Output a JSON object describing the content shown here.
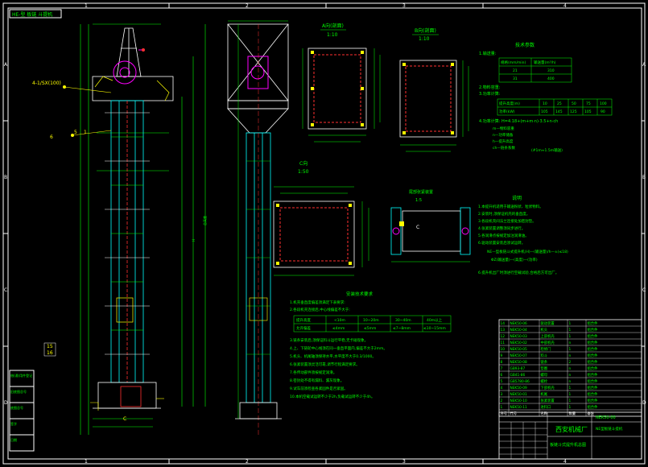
{
  "app": {
    "title_strip": "HE-型 板链 斗提机"
  },
  "colors": {
    "background": "#000000",
    "frame": "#ffffff",
    "structure": "#00ffff",
    "dimension": "#00ff00",
    "annotation": "#ffff00",
    "highlight": "#ff00ff",
    "accent_red": "#ff3030"
  },
  "border": {
    "top_zones": [
      "1",
      "2",
      "3",
      "4"
    ],
    "left_zones": [
      "A",
      "B",
      "C",
      "D"
    ]
  },
  "main_view": {
    "callout_1": "4-1/SX(100)",
    "callout_2": "6",
    "callout_3": "5",
    "callout_4": "1",
    "bottom_tag": "C",
    "height_label": "H",
    "total_label": "总高度",
    "side_tags": [
      "15",
      "16"
    ]
  },
  "views": {
    "view_a": {
      "title": "A向(剖面)",
      "scale": "1:10"
    },
    "view_b": {
      "title": "B向(剖面)",
      "scale": "1:10"
    },
    "view_c": {
      "title": "C向",
      "scale": "1:50"
    },
    "detail": {
      "title": "尾部张紧装置",
      "scale": "1:5",
      "tag": "C"
    }
  },
  "tech_params": {
    "heading": "技术参数",
    "item1": "1.输送量:",
    "table1_head": [
      "规格(mm/min)",
      "输送量(m³/h)"
    ],
    "table1_rows": [
      [
        "21",
        "310"
      ],
      [
        "31",
        "400"
      ]
    ],
    "item2": "2.物料容重:",
    "item3": "3.功率计算:",
    "table2_row1": [
      "提升高度(m)",
      "10",
      "25",
      "50",
      "75",
      "100"
    ],
    "table2_row2": [
      "功率(kW)",
      "105",
      "145",
      "125",
      "105",
      "90"
    ],
    "formula": "4.功率计算: H=4.18+(m+m·n)·3.5+n·ch",
    "notes": [
      "m—物料容重",
      "n—功率储备",
      "h—提升高度",
      "ch—链条系数"
    ],
    "footnote": "(#1m≈1.5m输送)"
  },
  "remarks": {
    "heading": "说明",
    "lines": [
      "1.本提升机适用于输送粉状、粒状物料。",
      "2.安装时,须保证机壳的垂直度。",
      "3.各段机壳间法兰连接处加密封垫。",
      "4.张紧装置调整须同步进行。",
      "5.各润滑点按规定加注润滑油。",
      "6.驱动装置安装后须试运转。"
    ],
    "model_line": "NE—型板链斗式提升机(H)—(输送量)/h—±(≤18)",
    "model_line2": "ΦZ(输送量)—(高度)—(功率)",
    "model_line3": "6.提升机出厂时须进行空载试验,合格后方可出厂。"
  },
  "install": {
    "heading": "安装技术要求",
    "line1": "1.机壳垂直度偏差须满足下表要求:",
    "line2": "2.各段机壳连接后,中心线偏差不大于:",
    "table_head": [
      "提升高度",
      "<10m",
      "10~20m",
      "30~40m",
      "40m以上"
    ],
    "table_row": [
      "允许偏差",
      "≤4mm",
      "≤5mm",
      "≤7~8mm",
      "≤10~15mm"
    ],
    "lines": [
      "3.链条安装后,须保证料斗运行平稳,无卡碰现象。",
      "4.上、下链轮中心线须在同一垂直平面内,偏差不大于2mm。",
      "5.机头、机尾轴须保持水平,水平度不大于0.3/1000。",
      "6.张紧装置须灵活可靠,调节行程满足要求。",
      "7.各传动部件须按规定润滑。",
      "8.密封处不得有漏料、漏灰现象。",
      "9.试车前须检查各紧固件是否紧固。",
      "10.本机空载试运转不少于2h,负载试运转不少于4h。"
    ]
  },
  "bom": {
    "rows": [
      [
        "14",
        "NEK50-06",
        "驱动装置",
        "1",
        "组合件"
      ],
      [
        "13",
        "NEK50-04",
        "机头",
        "1",
        "组合件"
      ],
      [
        "12",
        "NEK50-03",
        "上部机壳",
        "1",
        "组合件"
      ],
      [
        "11",
        "NEK50-02",
        "中部机壳",
        "n",
        "组合件"
      ],
      [
        "10",
        "NEK50-05",
        "检修门",
        "1",
        "组合件"
      ],
      [
        "9",
        "NEK50-07",
        "料斗",
        "n",
        "组合件"
      ],
      [
        "8",
        "NEK50-08",
        "链条",
        "2",
        "组合件"
      ],
      [
        "7",
        "GB93-87",
        "垫圈",
        "n",
        "组合件"
      ],
      [
        "6",
        "GB41-86",
        "螺母",
        "n",
        "组合件"
      ],
      [
        "5",
        "GB5780-86",
        "螺栓",
        "n",
        "组合件"
      ],
      [
        "4",
        "NEK50-09",
        "下部机壳",
        "1",
        "组合件"
      ],
      [
        "3",
        "NEK50-01",
        "机尾",
        "1",
        "组合件"
      ],
      [
        "2",
        "NEK50-10",
        "张紧装置",
        "1",
        "组合件"
      ],
      [
        "1",
        "NEK50-11",
        "进料口",
        "1",
        "组合件"
      ]
    ],
    "head": [
      "序号",
      "代号",
      "名称",
      "数量",
      "备注"
    ]
  },
  "title_block": {
    "company": "西安机械厂",
    "drawing": "NE型板链斗提机",
    "code": "NEK50-00",
    "sub": "板链斗式提升机总图"
  },
  "left_strip": [
    "借(通)用件登记",
    "旧底图总号",
    "底图总号",
    "签字",
    "日期"
  ]
}
